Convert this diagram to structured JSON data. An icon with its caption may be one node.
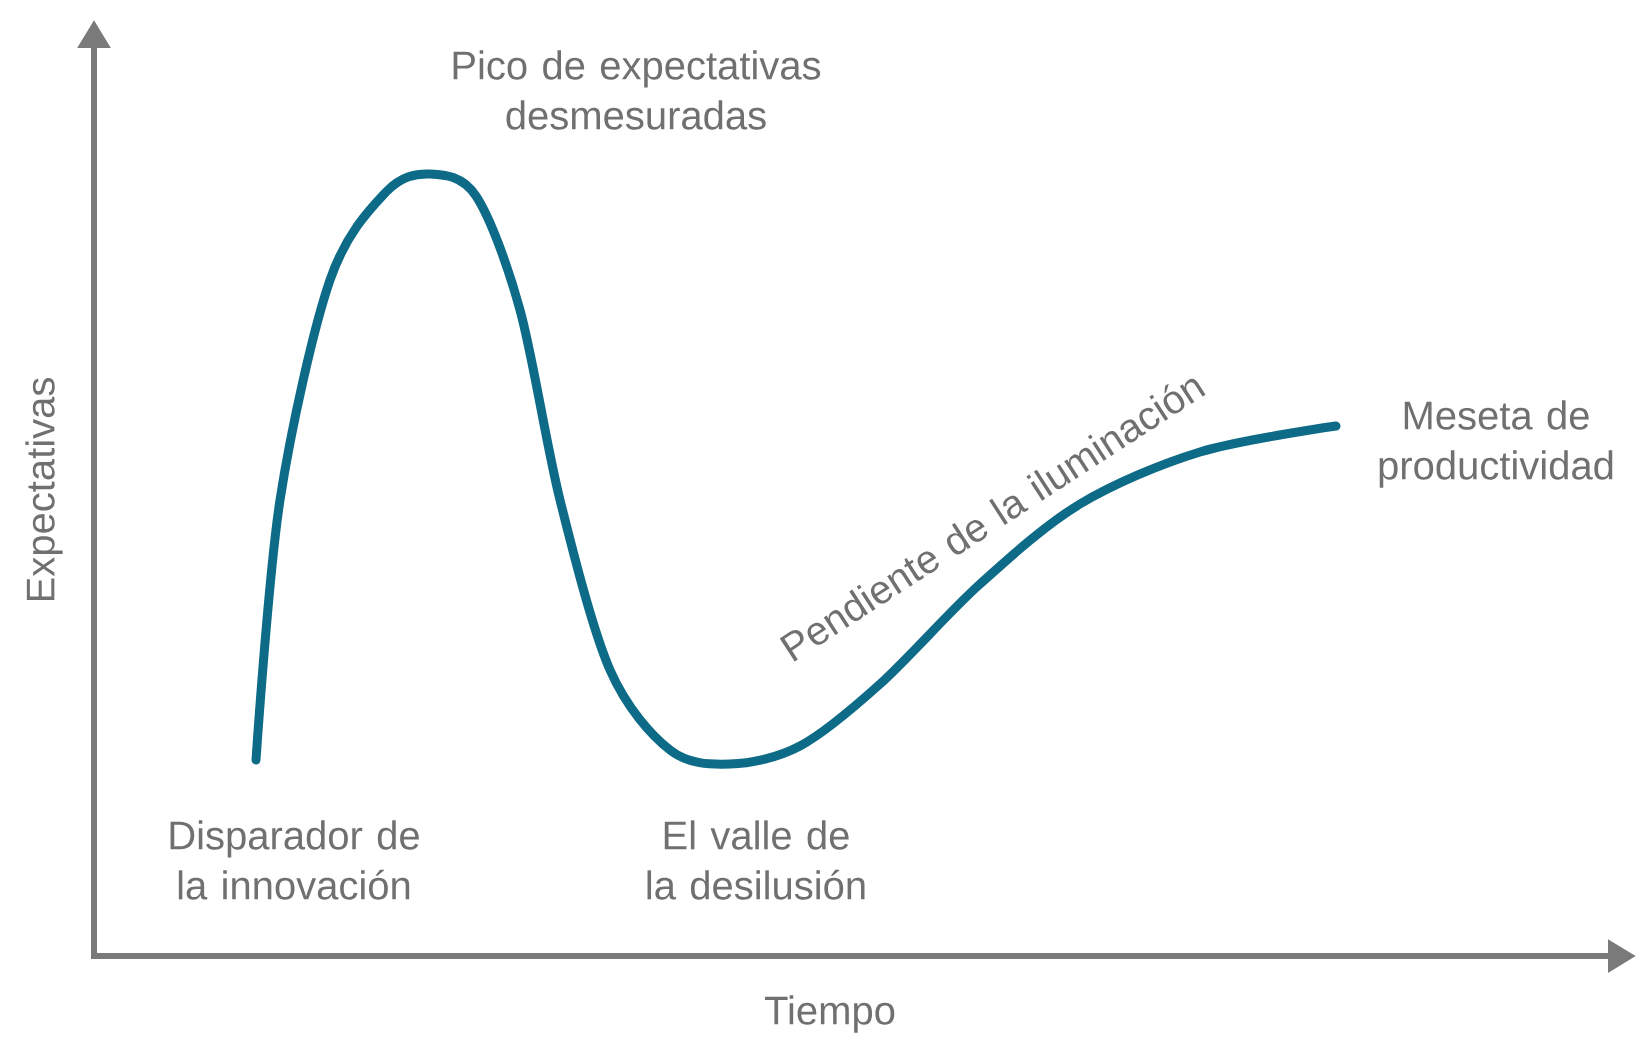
{
  "diagram": {
    "labels": [
      "Pico de expectativas desmesuradas",
      "Pendiente de la iluminación",
      "Meseta de productividad",
      "Expectativas",
      "Disparador de la innovación",
      "El valle de la desilusión",
      "Tiempo"
    ]
  }
}
